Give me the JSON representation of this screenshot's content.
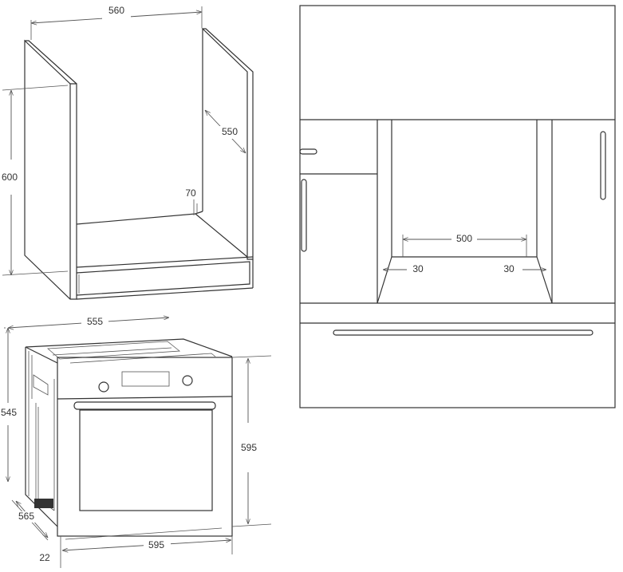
{
  "cabinet": {
    "width_label": "560",
    "height_label": "600",
    "depth_label": "550",
    "rear_gap_label": "70"
  },
  "oven": {
    "depth_top_label": "555",
    "side_height_label": "545",
    "height_label": "595",
    "width_label": "595",
    "depth_label": "565",
    "front_thickness_label": "22"
  },
  "elevation": {
    "opening_width_label": "500",
    "left_gap_label": "30",
    "right_gap_label": "30"
  },
  "colors": {
    "line": "#333333",
    "background": "#ffffff"
  }
}
